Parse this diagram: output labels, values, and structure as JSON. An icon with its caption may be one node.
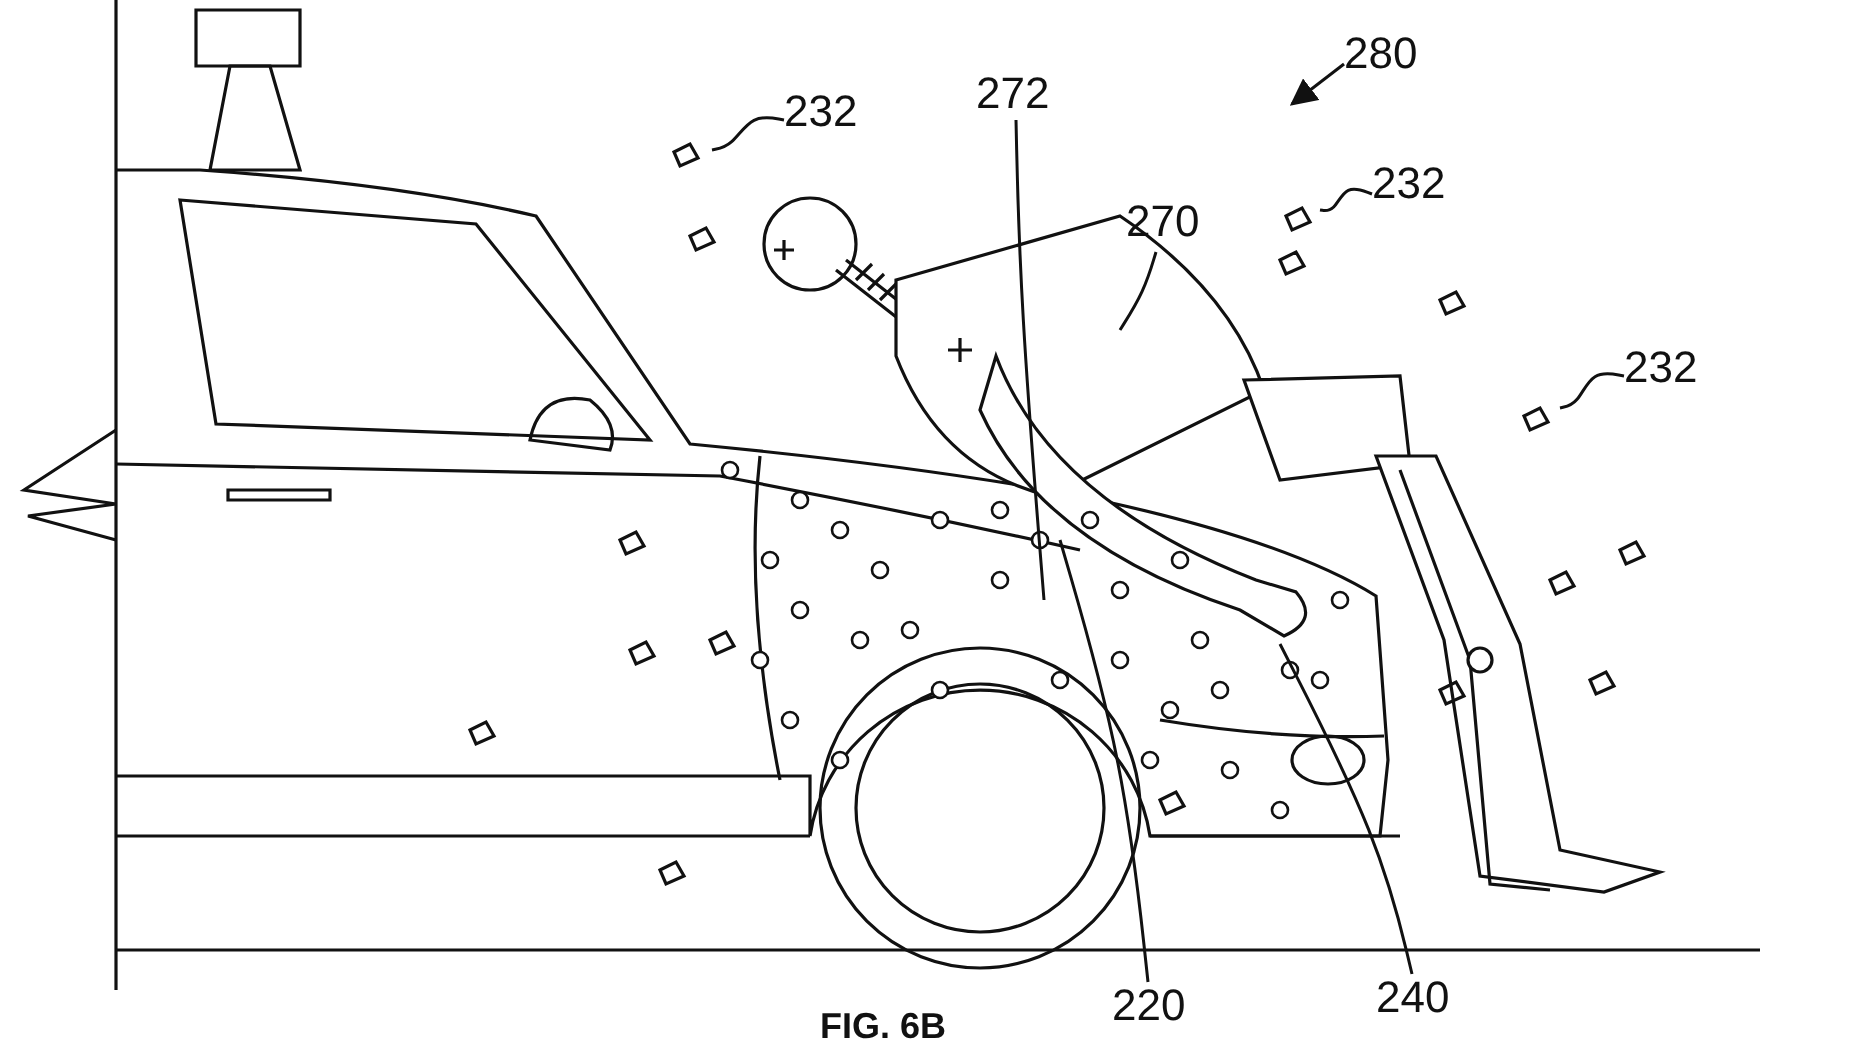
{
  "diagram": {
    "nodes": [
      {
        "text": [
          "232"
        ]
      },
      {
        "text": [
          "272"
        ]
      },
      {
        "text": [
          "280"
        ]
      },
      {
        "text": [
          "232"
        ]
      },
      {
        "text": [
          "270"
        ]
      },
      {
        "text": [
          "232"
        ]
      },
      {
        "text": [
          "220"
        ]
      },
      {
        "text": [
          "240"
        ]
      }
    ],
    "edges": [
      {
        "from": 0,
        "to": null,
        "arrow": "none"
      },
      {
        "from": 1,
        "to": null,
        "arrow": "none"
      },
      {
        "from": 2,
        "to": null,
        "arrow": "to"
      },
      {
        "from": 3,
        "to": null,
        "arrow": "none"
      },
      {
        "from": 4,
        "to": null,
        "arrow": "none"
      },
      {
        "from": 5,
        "to": null,
        "arrow": "none"
      },
      {
        "from": 6,
        "to": null,
        "arrow": "none"
      },
      {
        "from": 7,
        "to": null,
        "arrow": "none"
      }
    ],
    "labels": [
      "FIG. 6B"
    ]
  }
}
